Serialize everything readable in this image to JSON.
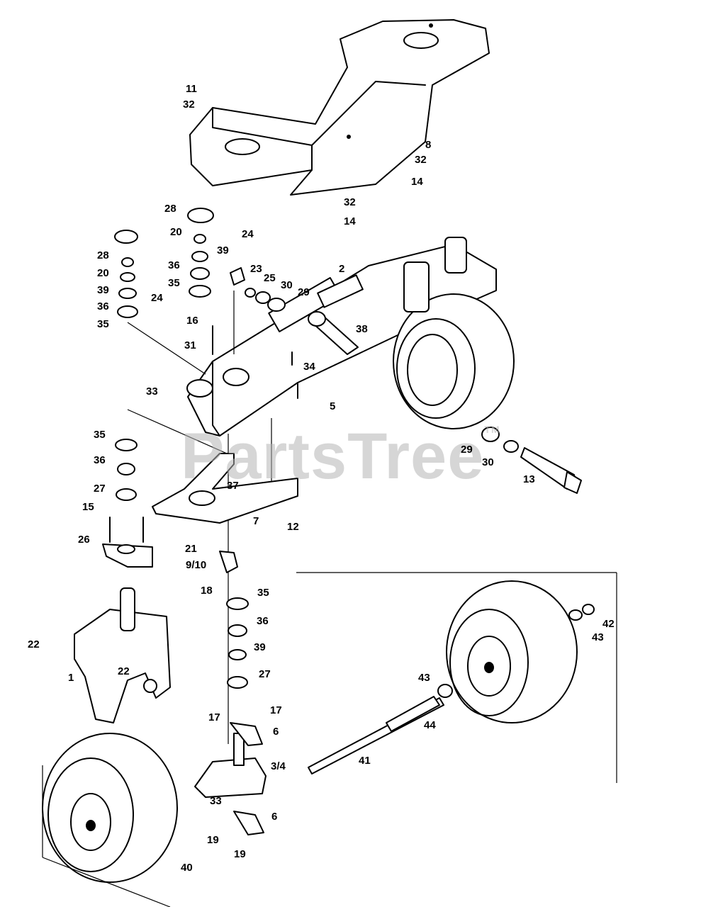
{
  "watermark": {
    "text": "PartsTree",
    "mark": "TM"
  },
  "callouts": [
    {
      "id": "c-11a",
      "text": "11"
    },
    {
      "id": "c-32a",
      "text": "32"
    },
    {
      "id": "c-8",
      "text": "8"
    },
    {
      "id": "c-32b",
      "text": "32"
    },
    {
      "id": "c-14a",
      "text": "14"
    },
    {
      "id": "c-32c",
      "text": "32"
    },
    {
      "id": "c-14b",
      "text": "14"
    },
    {
      "id": "c-28a",
      "text": "28"
    },
    {
      "id": "c-20a",
      "text": "20"
    },
    {
      "id": "c-24a",
      "text": "24"
    },
    {
      "id": "c-39a",
      "text": "39"
    },
    {
      "id": "c-36a",
      "text": "36"
    },
    {
      "id": "c-35a",
      "text": "35"
    },
    {
      "id": "c-28b",
      "text": "28"
    },
    {
      "id": "c-20b",
      "text": "20"
    },
    {
      "id": "c-24b",
      "text": "24"
    },
    {
      "id": "c-39b",
      "text": "39"
    },
    {
      "id": "c-36b",
      "text": "36"
    },
    {
      "id": "c-35b",
      "text": "35"
    },
    {
      "id": "c-23",
      "text": "23"
    },
    {
      "id": "c-25",
      "text": "25"
    },
    {
      "id": "c-30a",
      "text": "30"
    },
    {
      "id": "c-29a",
      "text": "29"
    },
    {
      "id": "c-2",
      "text": "2"
    },
    {
      "id": "c-16",
      "text": "16"
    },
    {
      "id": "c-38",
      "text": "38"
    },
    {
      "id": "c-31",
      "text": "31"
    },
    {
      "id": "c-34",
      "text": "34"
    },
    {
      "id": "c-33a",
      "text": "33"
    },
    {
      "id": "c-5",
      "text": "5"
    },
    {
      "id": "c-29b",
      "text": "29"
    },
    {
      "id": "c-30b",
      "text": "30"
    },
    {
      "id": "c-13",
      "text": "13"
    },
    {
      "id": "c-35c",
      "text": "35"
    },
    {
      "id": "c-36c",
      "text": "36"
    },
    {
      "id": "c-27a",
      "text": "27"
    },
    {
      "id": "c-37",
      "text": "37"
    },
    {
      "id": "c-15",
      "text": "15"
    },
    {
      "id": "c-7",
      "text": "7"
    },
    {
      "id": "c-12",
      "text": "12"
    },
    {
      "id": "c-26",
      "text": "26"
    },
    {
      "id": "c-21",
      "text": "21"
    },
    {
      "id": "c-9-10",
      "text": "9/10"
    },
    {
      "id": "c-18",
      "text": "18"
    },
    {
      "id": "c-35d",
      "text": "35"
    },
    {
      "id": "c-36d",
      "text": "36"
    },
    {
      "id": "c-42",
      "text": "42"
    },
    {
      "id": "c-43a",
      "text": "43"
    },
    {
      "id": "c-22a",
      "text": "22"
    },
    {
      "id": "c-39c",
      "text": "39"
    },
    {
      "id": "c-22b",
      "text": "22"
    },
    {
      "id": "c-27b",
      "text": "27"
    },
    {
      "id": "c-43b",
      "text": "43"
    },
    {
      "id": "c-1",
      "text": "1"
    },
    {
      "id": "c-17a",
      "text": "17"
    },
    {
      "id": "c-17b",
      "text": "17"
    },
    {
      "id": "c-44",
      "text": "44"
    },
    {
      "id": "c-6a",
      "text": "6"
    },
    {
      "id": "c-3-4",
      "text": "3/4"
    },
    {
      "id": "c-41",
      "text": "41"
    },
    {
      "id": "c-33b",
      "text": "33"
    },
    {
      "id": "c-6b",
      "text": "6"
    },
    {
      "id": "c-19a",
      "text": "19"
    },
    {
      "id": "c-19b",
      "text": "19"
    },
    {
      "id": "c-40",
      "text": "40"
    }
  ]
}
